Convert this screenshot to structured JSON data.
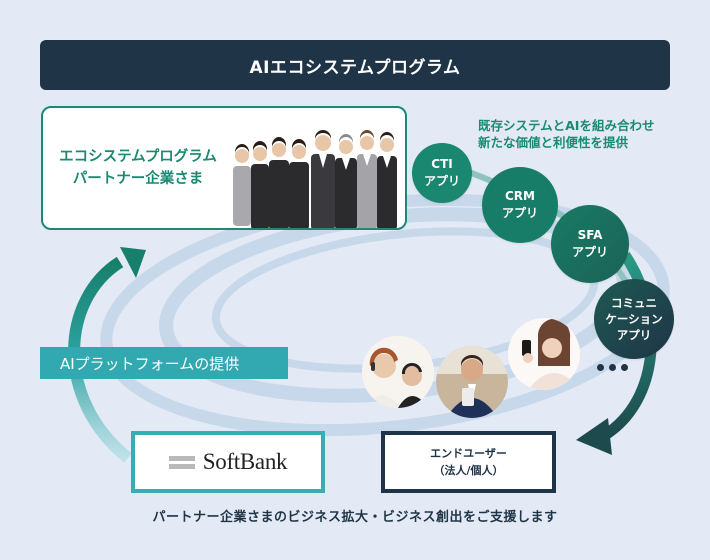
{
  "header": {
    "title": "AIエコシステムプログラム"
  },
  "partner": {
    "line1": "エコシステムプログラム",
    "line2": "パートナー企業さま",
    "image": "business-people-group-photo"
  },
  "apps_caption": {
    "line1": "既存システムとAIを組み合わせ",
    "line2": "新たな価値と利便性を提供"
  },
  "apps": [
    {
      "line1": "CTI",
      "line2": "アプリ",
      "line3": ""
    },
    {
      "line1": "CRM",
      "line2": "アプリ",
      "line3": ""
    },
    {
      "line1": "SFA",
      "line2": "アプリ",
      "line3": ""
    },
    {
      "line1": "コミュニ",
      "line2": "ケーション",
      "line3": "アプリ"
    }
  ],
  "more_indicator": "more-dots-icon",
  "platform": {
    "label": "AIプラットフォームの提供"
  },
  "softbank": {
    "name": "SoftBank",
    "logo": "softbank-logo-bars-icon"
  },
  "end_user": {
    "line1": "エンドユーザー",
    "line2": "（法人/個人）"
  },
  "end_user_photos": [
    "call-center-operators-photo",
    "businessman-with-smartphone-photo",
    "woman-with-smartphone-photo"
  ],
  "footer": {
    "caption": "パートナー企業さまのビジネス拡大・ビジネス創出をご支援します"
  },
  "colors": {
    "background": "#e3e9f5",
    "navy": "#1f3447",
    "green": "#1a8a72",
    "teal": "#32a9b0",
    "ellipse": "#c7d8ea"
  }
}
